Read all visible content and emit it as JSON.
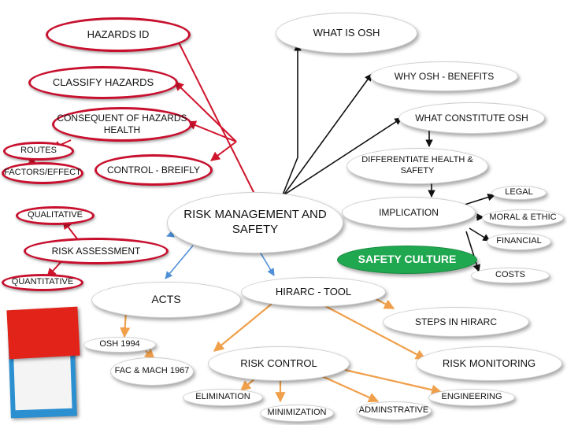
{
  "nodes": {
    "hazards_id": "HAZARDS ID",
    "what_is_osh": "WHAT IS OSH",
    "why_osh": "WHY OSH - BENEFITS",
    "classify": "CLASSIFY HAZARDS",
    "consequent": "CONSEQUENT OF HAZARDS\nHEALTH",
    "what_constitute": "WHAT CONSTITUTE OSH",
    "routes": "ROUTES",
    "factors": "FACTORS/EFFECT",
    "control_briefly": "CONTROL - BREIFLY",
    "differentiate": "DIFFERENTIATE HEALTH &\nSAFETY",
    "legal": "LEGAL",
    "implication": "IMPLICATION",
    "moral": "MORAL & ETHIC",
    "qualitative": "QUALITATIVE",
    "risk_mgmt": "RISK MANAGEMENT AND\nSAFETY",
    "financial": "FINANCIAL",
    "risk_assessment": "RISK ASSESSMENT",
    "safety_culture": "SAFETY CULTURE",
    "costs": "COSTS",
    "quantitative": "QUANTITATIVE",
    "hirarc": "HIRARC - TOOL",
    "acts": "ACTS",
    "steps_hirarc": "STEPS IN HIRARC",
    "osh_1994": "OSH 1994",
    "risk_control": "RISK CONTROL",
    "risk_monitoring": "RISK MONITORING",
    "fac_mach": "FAC & MACH 1967",
    "elimination": "ELIMINATION",
    "engineering": "ENGINEERING",
    "minimization": "MINIMIZATION",
    "administrative": "ADMINSTRATIVE"
  },
  "colors": {
    "red_link": "#d0142c",
    "black_link": "#111111",
    "blue_link": "#4f8fd6",
    "orange_link": "#f0a04b",
    "green_fill": "#1fa84f",
    "red_border": "#c8102e"
  }
}
